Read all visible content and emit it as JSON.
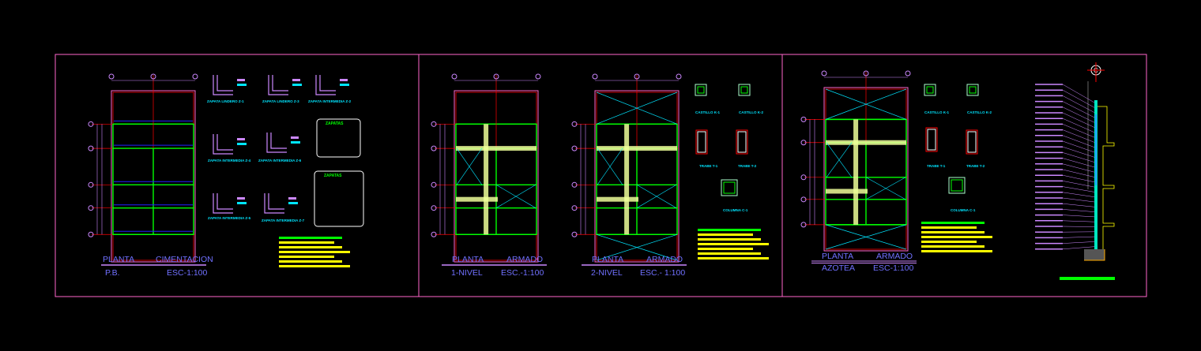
{
  "sheets": [
    {
      "title_left": "PLANTA",
      "title_right": "CIMENTACION",
      "sub_left": "P.B.",
      "sub_right": "ESC-1:100"
    },
    {
      "title_left": "PLANTA",
      "title_right": "ARMADO",
      "sub_left": "1-NIVEL",
      "sub_right": "ESC.-1:100"
    },
    {
      "title_left": "PLANTA",
      "title_right": "ARMADO",
      "sub_left": "2-NIVEL",
      "sub_right": "ESC.- 1:100"
    },
    {
      "title_left": "PLANTA",
      "title_right": "ARMADO",
      "sub_left": "AZOTEA",
      "sub_right": "ESC-1:100"
    }
  ],
  "footings": [
    "ZAPATA LINDERO Z-1",
    "ZAPATA LINDERO Z-3",
    "ZAPATA INTERMEDIA Z-2",
    "ZAPATA INTERMEDIA Z-4",
    "ZAPATA INTERMEDIA Z-6",
    "ZAPATA INTERMEDIA Z-5",
    "ZAPATA INTERMEDIA Z-7"
  ],
  "footing_tables": [
    "ZAPATAS",
    "ZAPATAS"
  ],
  "details_1": [
    "CASTILLO K-1",
    "CASTILLO K-2",
    "TRABE T-1",
    "TRABE T-2",
    "COLUMNA C-1"
  ],
  "details_2": [
    "CASTILLO K-1",
    "CASTILLO K-2",
    "TRABE T-1",
    "TRABE T-2",
    "COLUMNA C-1"
  ],
  "section_axis": "C",
  "colors": {
    "frame": "#ff66cc",
    "title_text": "#7070ff",
    "title_line": "#cc88ff",
    "grid_axis": "#cc88ff",
    "wall": "#ff0000",
    "beam": "#00ff00",
    "slab_x": "#00e5ff",
    "notes": "#ffff00",
    "slab_reinforcement": "#eeff99"
  }
}
